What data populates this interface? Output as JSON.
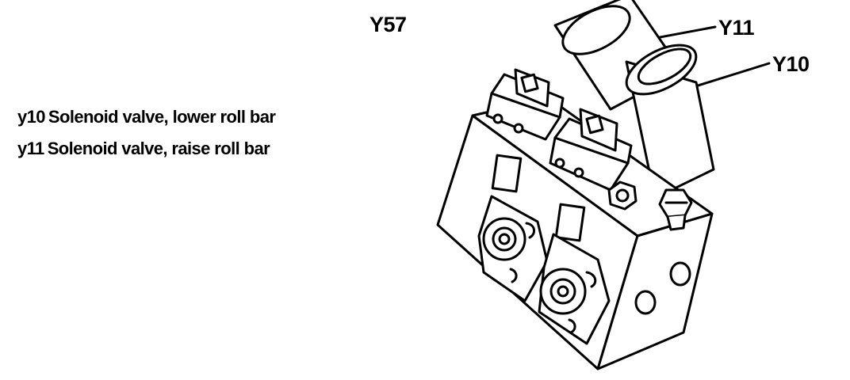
{
  "diagram": {
    "component_label": "Y57",
    "callouts": [
      {
        "id": "y11",
        "text": "Y11"
      },
      {
        "id": "y10",
        "text": "Y10"
      }
    ],
    "legend": [
      {
        "code": "y10",
        "description": "Solenoid valve, lower roll bar"
      },
      {
        "code": "y11",
        "description": "Solenoid valve, raise roll bar"
      }
    ],
    "colors": {
      "line": "#000000",
      "background": "#ffffff"
    }
  }
}
